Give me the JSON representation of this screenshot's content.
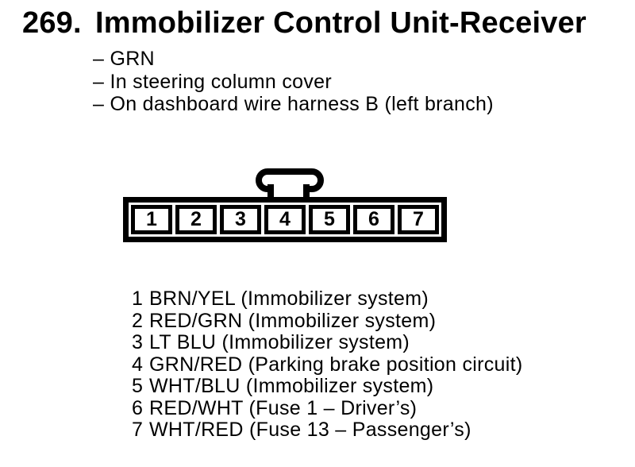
{
  "page": {
    "item_number": "269.",
    "title": "Immobilizer Control Unit-Receiver"
  },
  "details": {
    "line1": "– GRN",
    "line2": "– In steering column cover",
    "line3": "– On dashboard wire harness B (left branch)"
  },
  "connector": {
    "pins": [
      "1",
      "2",
      "3",
      "4",
      "5",
      "6",
      "7"
    ]
  },
  "pin_list": [
    {
      "pin": "1",
      "desc": "BRN/YEL (Immobilizer system)"
    },
    {
      "pin": "2",
      "desc": "RED/GRN (Immobilizer system)"
    },
    {
      "pin": "3",
      "desc": "LT BLU (Immobilizer system)"
    },
    {
      "pin": "4",
      "desc": "GRN/RED (Parking brake position circuit)"
    },
    {
      "pin": "5",
      "desc": "WHT/BLU (Immobilizer system)"
    },
    {
      "pin": "6",
      "desc": "RED/WHT (Fuse 1 – Driver’s)"
    },
    {
      "pin": "7",
      "desc": "WHT/RED (Fuse 13 – Passenger’s)"
    }
  ],
  "colors": {
    "ink": "#000000",
    "paper": "#ffffff"
  }
}
